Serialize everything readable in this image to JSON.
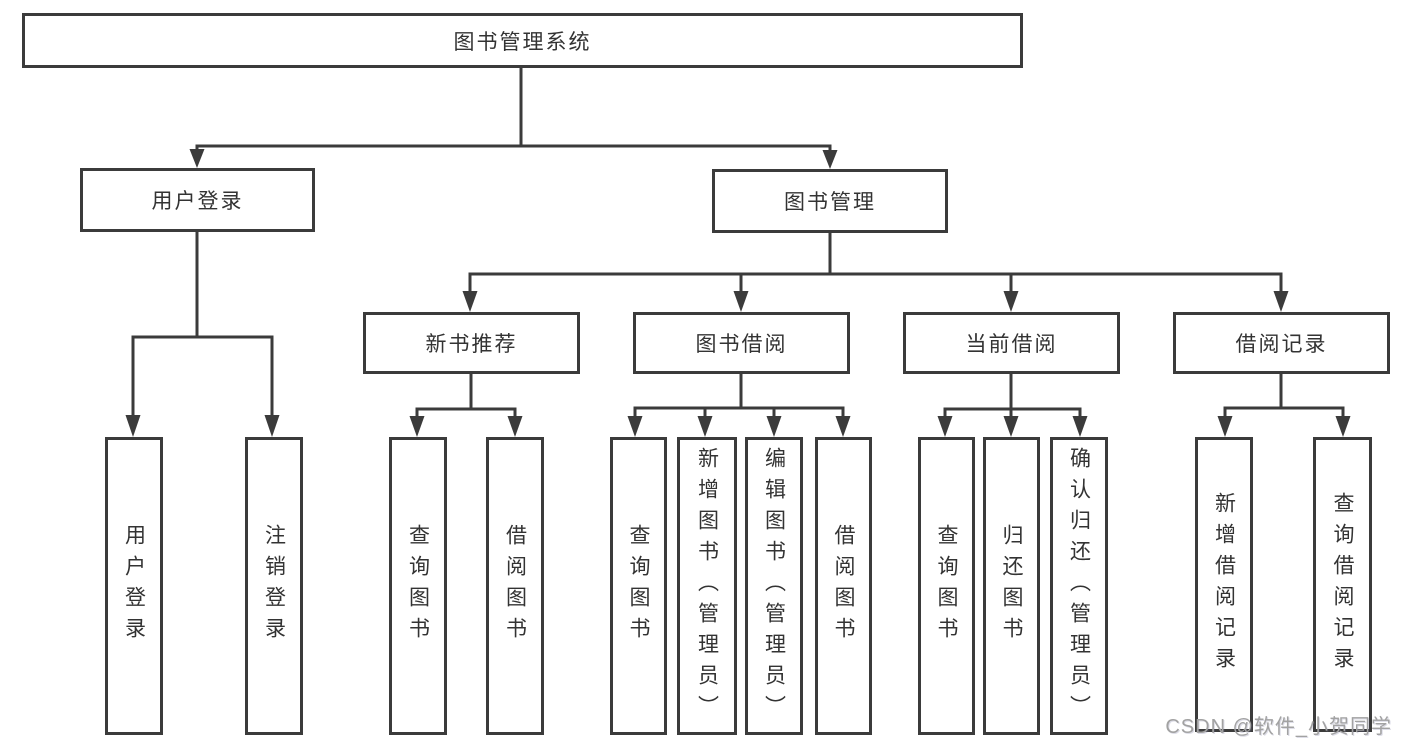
{
  "diagram": {
    "root": {
      "label": "图书管理系统"
    },
    "branches": [
      {
        "label": "用户登录",
        "children": [
          {
            "label": "用户登录"
          },
          {
            "label": "注销登录"
          }
        ]
      },
      {
        "label": "图书管理",
        "children": [
          {
            "label": "新书推荐",
            "children": [
              {
                "label": "查询图书"
              },
              {
                "label": "借阅图书"
              }
            ]
          },
          {
            "label": "图书借阅",
            "children": [
              {
                "label": "查询图书"
              },
              {
                "label": "新增图书（管理员）"
              },
              {
                "label": "编辑图书（管理员）"
              },
              {
                "label": "借阅图书"
              }
            ]
          },
          {
            "label": "当前借阅",
            "children": [
              {
                "label": "查询图书"
              },
              {
                "label": "归还图书"
              },
              {
                "label": "确认归还（管理员）"
              }
            ]
          },
          {
            "label": "借阅记录",
            "children": [
              {
                "label": "新增借阅记录"
              },
              {
                "label": "查询借阅记录"
              }
            ]
          }
        ]
      }
    ],
    "watermark": "CSDN @软件_小贺同学",
    "colors": {
      "line": "#3b3b3b",
      "text": "#333333",
      "watermark": "#a2a2a2",
      "background": "#ffffff"
    }
  }
}
